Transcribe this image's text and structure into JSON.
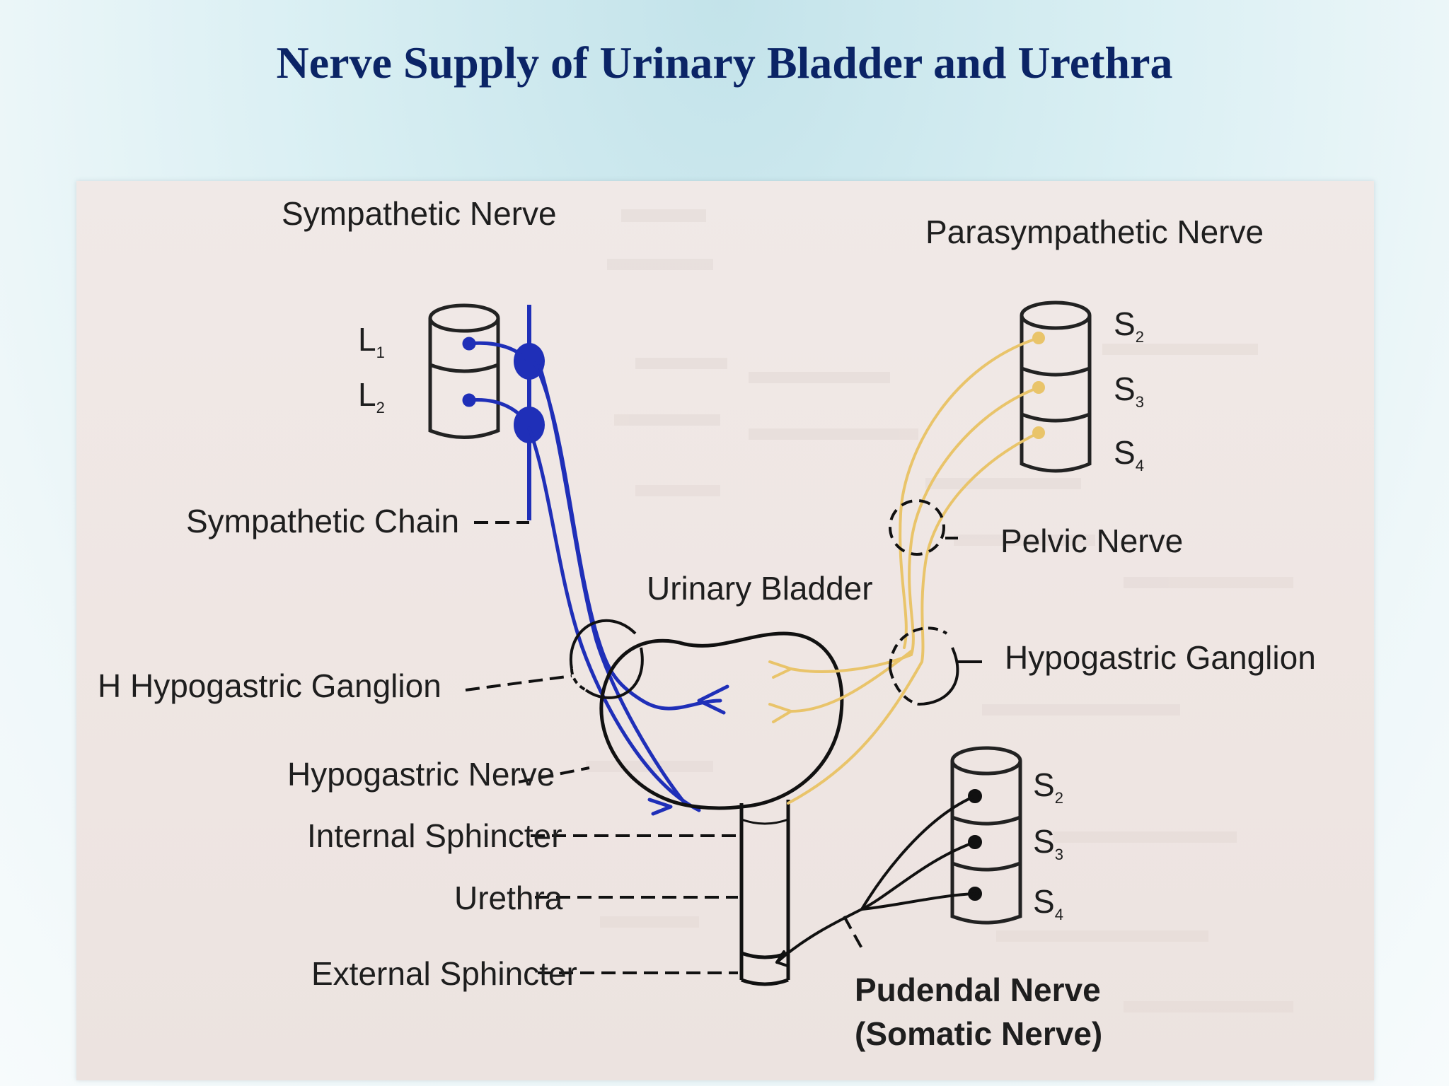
{
  "title": "Nerve Supply of Urinary Bladder and Urethra",
  "colors": {
    "sympathetic": "#1f2fb8",
    "parasympathetic": "#e9c46a",
    "somatic": "#111111",
    "title": "#0b2466"
  },
  "diagram": {
    "sympathetic_nerve": "Sympathetic Nerve",
    "parasympathetic_nerve": "Parasympathetic Nerve",
    "lumbar_segments": [
      {
        "letter": "L",
        "num": "1"
      },
      {
        "letter": "L",
        "num": "2"
      }
    ],
    "sacral_segments_upper": [
      {
        "letter": "S",
        "num": "2"
      },
      {
        "letter": "S",
        "num": "3"
      },
      {
        "letter": "S",
        "num": "4"
      }
    ],
    "sacral_segments_lower": [
      {
        "letter": "S",
        "num": "2"
      },
      {
        "letter": "S",
        "num": "3"
      },
      {
        "letter": "S",
        "num": "4"
      }
    ],
    "sympathetic_chain": "Sympathetic Chain",
    "pelvic_nerve": "Pelvic Nerve",
    "urinary_bladder": "Urinary Bladder",
    "hypogastric_ganglion_left": "H Hypogastric  Ganglion",
    "hypogastric_ganglion_right": "Hypogastric Ganglion",
    "hypogastric_nerve": "Hypogastric Nerve",
    "internal_sphincter": "Internal Sphincter",
    "urethra": "Urethra",
    "external_sphincter": "External Sphincter",
    "pudendal_nerve": "Pudendal Nerve",
    "somatic_nerve": "(Somatic Nerve)"
  }
}
